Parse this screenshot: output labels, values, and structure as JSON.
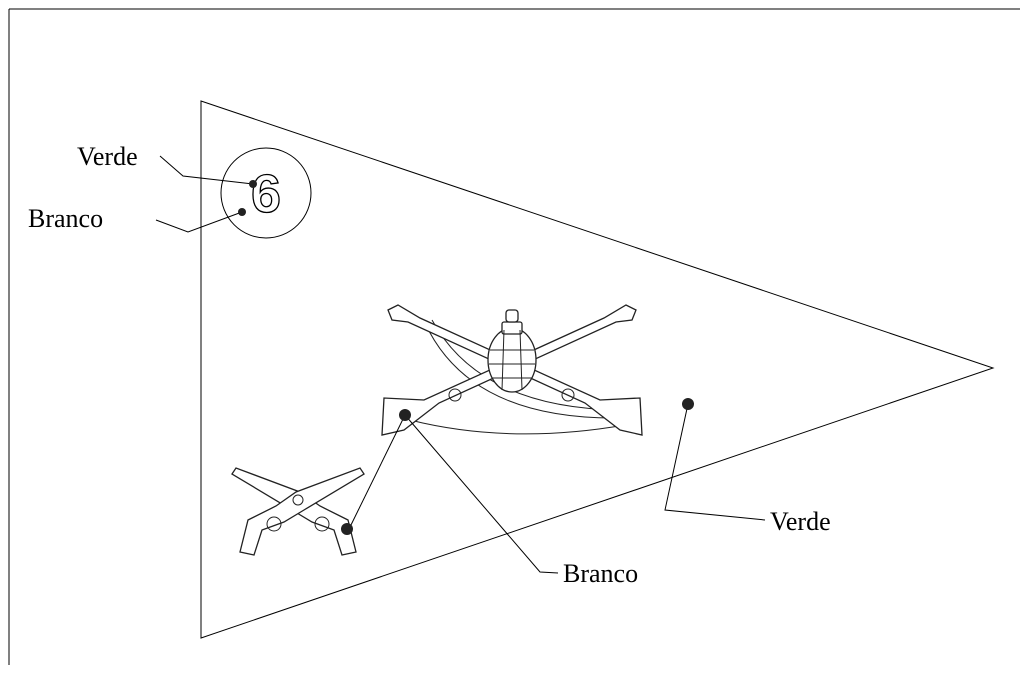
{
  "labels": {
    "number_label": "Verde",
    "circle_label": "Branco",
    "emblem_label": "Branco",
    "field_label": "Verde"
  },
  "badge": {
    "number": "6"
  },
  "colors": {
    "verde": "#1f7a3a",
    "branco": "#ffffff"
  }
}
